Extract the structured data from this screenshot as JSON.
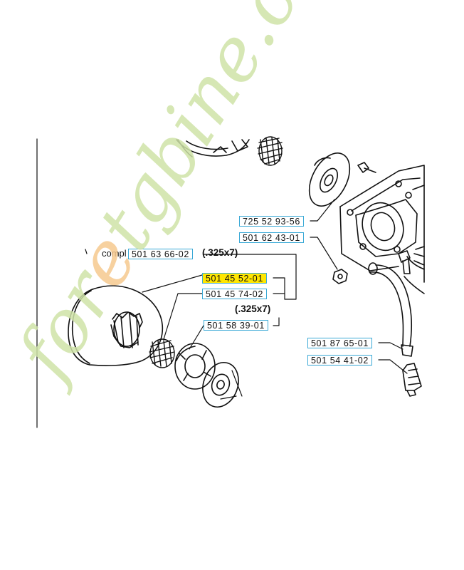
{
  "labels": {
    "compl_prefix": "compl",
    "compl_number": "501 63 66-02",
    "pitch_1": "(.325x7)",
    "pitch_2": "(.325x7)",
    "part_a": "725 52 93-56",
    "part_b": "501 62 43-01",
    "part_highlight": "501 45 52-01",
    "part_c": "501 45 74-02",
    "part_d": "501 58 39-01",
    "part_e": "501 87 65-01",
    "part_f": "501 54 41-02"
  },
  "watermark": {
    "text_start": "for",
    "text_accent": "e",
    "text_end": "tgbine.com",
    "color_main": "#cfe3a8",
    "color_accent": "#f6c98f",
    "color_grey": "#c9c6bf"
  },
  "colors": {
    "label_border": "#3aa9d6",
    "highlight": "#ffe600",
    "line": "#111111"
  }
}
